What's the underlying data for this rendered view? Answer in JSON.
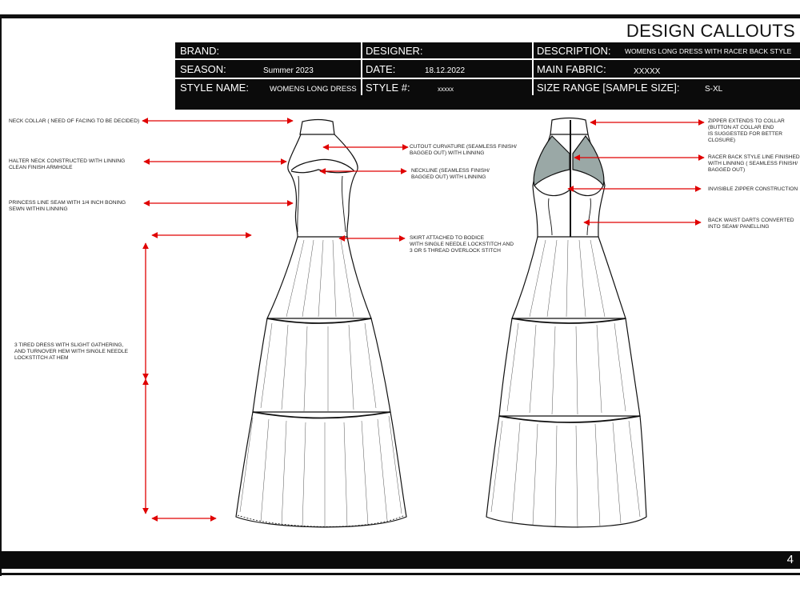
{
  "title": "DESIGN CALLOUTS",
  "header": {
    "brand_label": "BRAND:",
    "brand_value": "",
    "designer_label": "DESIGNER:",
    "designer_value": "",
    "description_label": "DESCRIPTION:",
    "description_value": "WOMENS LONG DRESS WITH RACER BACK STYLE",
    "season_label": "SEASON:",
    "season_value": "Summer 2023",
    "date_label": "DATE:",
    "date_value": "18.12.2022",
    "main_fabric_label": "MAIN FABRIC:",
    "main_fabric_value": "XXXXX",
    "style_name_label": "STYLE NAME:",
    "style_name_value": "WOMENS LONG DRESS",
    "style_no_label": "STYLE #:",
    "style_no_value": "xxxxx",
    "size_range_label": "SIZE RANGE [SAMPLE SIZE]:",
    "size_range_value": "S-XL"
  },
  "callouts": {
    "neck_collar": "NECK COLLAR ( NEED OF FACING TO BE DECIDED)",
    "halter_neck": "HALTER NECK CONSTRUCTED WITH LINNING\nCLEAN FINISH ARMHOLE",
    "princess_line": "PRINCESS LINE SEAM WITH 1/4 INCH BONING\nSEWN WITHIN LINNING",
    "tiered": "3 TIRED DRESS WITH SLIGHT GATHERING,\nAND TURNOVER HEM WITH SINGLE NEEDLE\nLOCKSTITCH AT HEM",
    "cutout": "CUTOUT CURVATURE (SEAMLESS FINISH/\nBAGGED OUT) WITH LINNING",
    "neckline": "NECKLINE (SEAMLESS FINISH/\nBAGGED OUT) WITH LINNING",
    "skirt": "SKIRT ATTACHED TO BODICE\nWITH SINGLE NEEDLE LOCKSTITCH AND\n3 OR 5 THREAD OVERLOCK STITCH",
    "zipper_collar": "ZIPPER EXTENDS TO COLLAR\n(BUTTON AT COLLAR END\nIS SUGGESTED FOR BETTER\nCLOSURE)",
    "racer_back": "RACER BACK STYLE LINE FINISHED\nWITH LINNING ( SEAMLESS FINISH/\nBAGGED OUT)",
    "invisible_zipper": "INVISIBLE ZIPPER CONSTRUCTION",
    "back_darts": "BACK WAIST DARTS CONVERTED\nINTO SEAM/ PANELLING"
  },
  "page_number": "4",
  "colors": {
    "arrow": "#e00000",
    "bar": "#0b0b0b",
    "racer_fill": "#9aa8a6"
  }
}
